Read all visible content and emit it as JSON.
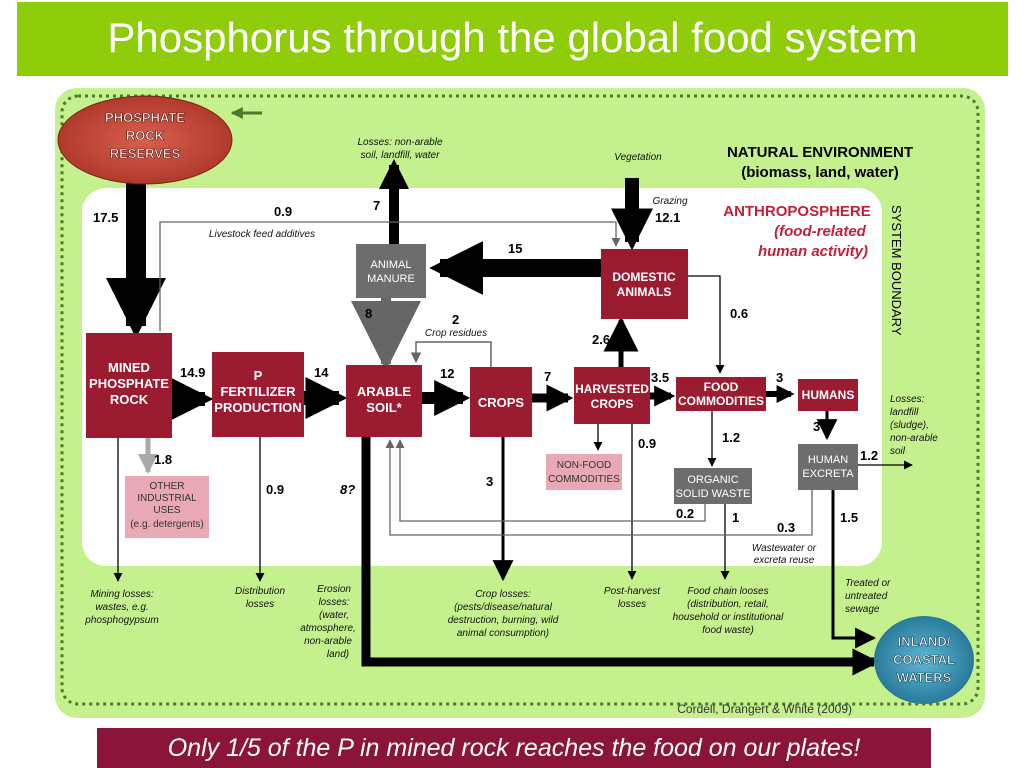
{
  "title": "Phosphorus through the global food system",
  "footer": "Only 1/5 of the P in mined rock reaches the food on our plates!",
  "citation": "Cordell, Drangert & White (2009)",
  "colors": {
    "title_bg": "#8fcc0a",
    "footer_bg": "#8a1538",
    "node_red": "#9b1b30",
    "node_gray": "#6d6d6d",
    "env_green": "#c5f08e",
    "anthro": "#c41e3a"
  },
  "regions": {
    "natural_env_line1": "NATURAL ENVIRONMENT",
    "natural_env_line2": "(biomass, land, water)",
    "anthro_line1": "ANTHROPOSPHERE",
    "anthro_line2": "(food-related",
    "anthro_line3": "human activity)",
    "system_boundary": "SYSTEM BOUNDARY"
  },
  "nodes": {
    "phosphate_reserves": [
      "PHOSPHATE",
      "ROCK",
      "RESERVES"
    ],
    "mined_rock": [
      "MINED",
      "PHOSPHATE",
      "ROCK"
    ],
    "fertilizer": [
      "P",
      "FERTILIZER",
      "PRODUCTION"
    ],
    "arable_soil": [
      "ARABLE",
      "SOIL*"
    ],
    "crops": [
      "CROPS"
    ],
    "harvested_crops": [
      "HARVESTED",
      "CROPS"
    ],
    "food_commodities": [
      "FOOD",
      "COMMODITIES"
    ],
    "humans": [
      "HUMANS"
    ],
    "domestic_animals": [
      "DOMESTIC",
      "ANIMALS"
    ],
    "animal_manure": [
      "ANIMAL",
      "MANURE"
    ],
    "organic_waste": [
      "ORGANIC",
      "SOLID WASTE"
    ],
    "human_excreta": [
      "HUMAN",
      "EXCRETA"
    ],
    "other_industrial": [
      "OTHER",
      "INDUSTRIAL",
      "USES",
      "(e.g. detergents)"
    ],
    "non_food": [
      "NON-FOOD",
      "COMMODITIES"
    ],
    "inland_waters": [
      "INLAND/",
      "COASTAL",
      "WATERS"
    ]
  },
  "flows": {
    "reserves_to_mined": "17.5",
    "livestock_additives": "0.9",
    "mined_to_fert": "14.9",
    "fert_to_soil": "14",
    "soil_to_crops": "12",
    "crops_to_harvested": "7",
    "harvested_to_food": "3.5",
    "food_to_humans": "3",
    "animals_to_manure": "15",
    "manure_losses": "7",
    "manure_to_soil": "8",
    "crop_residues": "2",
    "harvested_to_animals": "2.6",
    "grazing": "12.1",
    "animals_to_food": "0.6",
    "other_industrial": "1.8",
    "distribution": "0.9",
    "erosion": "8?",
    "crop_losses": "3",
    "post_harvest": "0.9",
    "food_to_waste": "1.2",
    "waste_reuse": "0.2",
    "food_chain_losses": "1",
    "excreta_reuse": "0.3",
    "humans_to_excreta": "3",
    "excreta_losses": "1.2",
    "excreta_to_water": "1.5"
  },
  "labels": {
    "losses_non_arable": [
      "Losses: non-arable",
      "soil, landfill, water"
    ],
    "vegetation": "Vegetation",
    "grazing": "Grazing",
    "livestock_feed": "Livestock feed additives",
    "crop_residues": "Crop residues",
    "mining_losses": [
      "Mining losses:",
      "wastes, e.g.",
      "phosphogypsum"
    ],
    "distribution_losses": [
      "Distribution",
      "losses"
    ],
    "erosion_losses": [
      "Erosion",
      "losses:",
      "(water,",
      "atmosphere,",
      "non-arable",
      "land)"
    ],
    "crop_losses": [
      "Crop losses:",
      "(pests/disease/natural",
      "destruction, burning, wild",
      "animal consumption)"
    ],
    "post_harvest": [
      "Post-harvest",
      "losses"
    ],
    "food_chain": [
      "Food chain looses",
      "(distribution, retail,",
      "household or institutional",
      "food waste)"
    ],
    "wastewater": [
      "Wastewater or",
      "excreta reuse"
    ],
    "treated": [
      "Treated or",
      "untreated",
      "sewage"
    ],
    "losses_landfill": [
      "Losses:",
      "landfill",
      "(sludge),",
      "non-arable",
      "soil"
    ]
  }
}
